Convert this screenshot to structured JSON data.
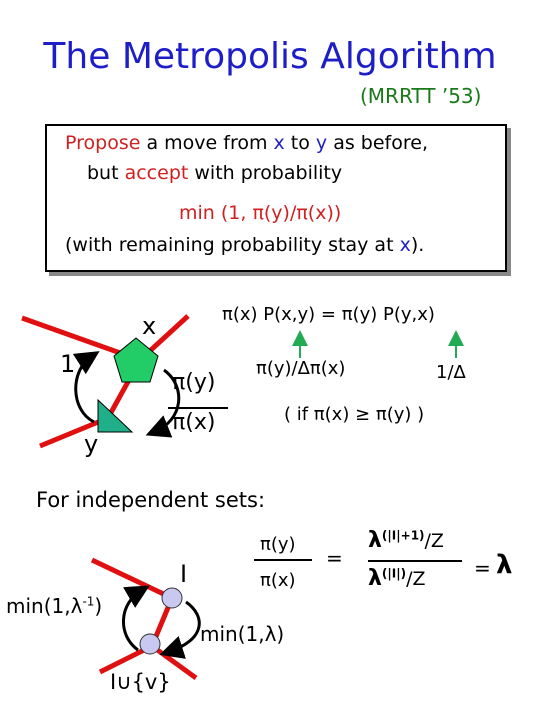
{
  "slide": {
    "title": "The Metropolis Algorithm",
    "subtitle": "(MRRTT ’53)"
  },
  "box": {
    "line1_a": "Propose",
    "line1_b": " a move from ",
    "line1_c": "x",
    "line1_d": " to ",
    "line1_e": "y",
    "line1_f": " as before,",
    "line2_a": "but ",
    "line2_b": "accept",
    "line2_c": " with probability",
    "line3": "min (1, π(y)/π(x))",
    "line4_a": "(with remaining probability stay at ",
    "line4_b": "x",
    "line4_c": ")."
  },
  "metropolis": {
    "state_x": "x",
    "state_y": "y",
    "prob_one": "1",
    "ratio_num": "π(y)",
    "ratio_den": "π(x)",
    "balance_eq": "π(x) P(x,y) = π(y) P(y,x)",
    "lhs_value": "π(y)/Δπ(x)",
    "rhs_value": "1/Δ",
    "condition": "( if π(x) ≥ π(y) )"
  },
  "indep": {
    "heading": "For independent sets:",
    "state_I": "I",
    "state_Iv": "I∪{v}",
    "prob_down": "min(1,λ",
    "prob_down_sup": "-1",
    "prob_down_end": ")",
    "prob_up": "min(1,λ)",
    "frac_num": "π(y)",
    "frac_den": "π(x)",
    "eq1": "=",
    "lam_num_a": "λ",
    "lam_num_sup": "(|I|+1)",
    "lam_num_b": "/Z",
    "lam_den_a": "λ",
    "lam_den_sup": "(|I|)",
    "lam_den_b": "/Z",
    "eq2": "=",
    "result": "λ"
  },
  "colors": {
    "title": "#1e1ec8",
    "subtitle": "#1a7a1a",
    "emphasis_red": "#d02020",
    "emphasis_blue": "#2020c8",
    "edge": "#e01010",
    "pentagon": "#22cc66",
    "triangle": "#1fb08a",
    "node": "#c8c8f0"
  }
}
